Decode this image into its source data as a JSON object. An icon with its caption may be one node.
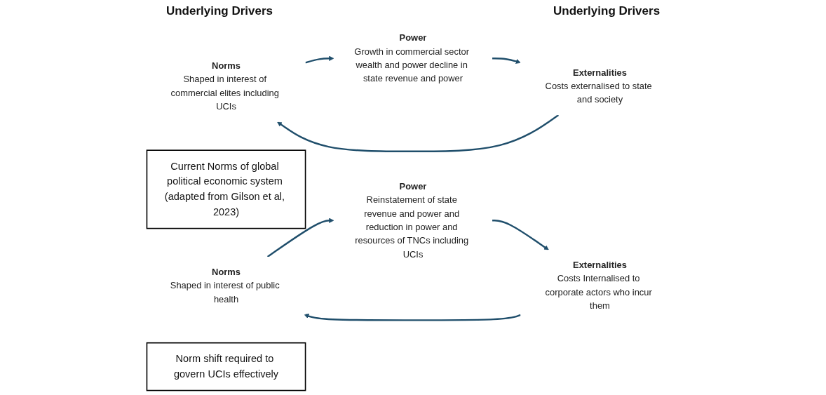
{
  "diagram": {
    "nodes": [
      {
        "text": [
          "Norms",
          "Shaped in interest of commercial elites including UCIs"
        ]
      },
      {
        "text": [
          "Power",
          "Growth in commercial sector wealth and power decline in state revenue and power"
        ]
      },
      {
        "text": [
          "Externalities",
          "Costs externalised to state and society"
        ]
      },
      {
        "text": [
          "Current Norms of global political economic system (adapted from Gilson et al, 2023)"
        ]
      },
      {
        "text": [
          "Norms",
          "Shaped in interest of public health"
        ]
      },
      {
        "text": [
          "Power",
          "Reinstatement of state revenue and power and reduction in power and resources of TNCs including UCIs"
        ]
      },
      {
        "text": [
          "Externalities",
          "Costs Internalised to corporate actors who incur them"
        ]
      },
      {
        "text": [
          "Norm shift required to govern UCIs effectively"
        ]
      }
    ],
    "edges": [
      {
        "from": 0,
        "to": 1,
        "arrow": "to"
      },
      {
        "from": 1,
        "to": 2,
        "arrow": "to"
      },
      {
        "from": 2,
        "to": 0,
        "arrow": "to"
      },
      {
        "from": 4,
        "to": 5,
        "arrow": "to"
      },
      {
        "from": 5,
        "to": 6,
        "arrow": "to"
      },
      {
        "from": 6,
        "to": 4,
        "arrow": "to"
      }
    ],
    "labels": [
      "Underlying Drivers",
      "Underlying Drivers"
    ]
  }
}
